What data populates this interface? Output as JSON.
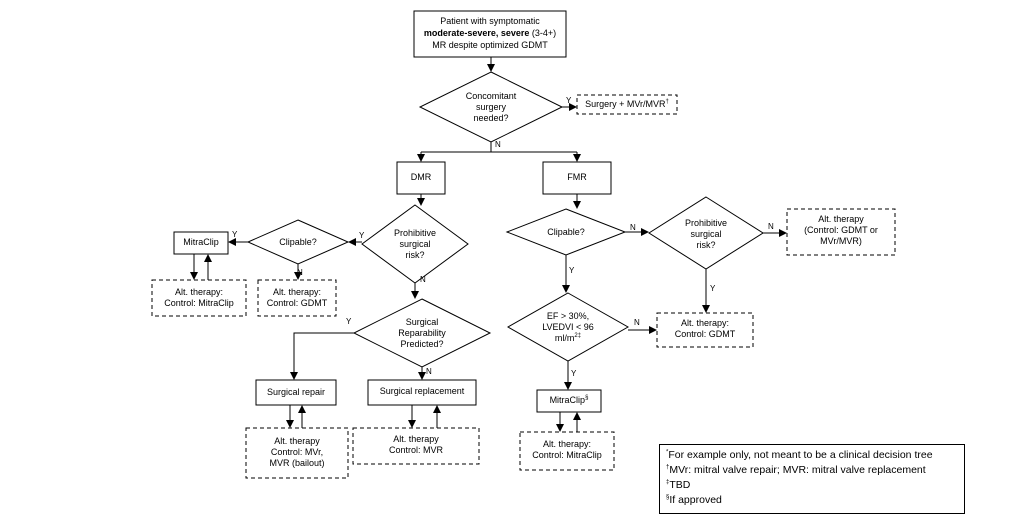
{
  "nodes": {
    "start_1": "Patient with symptomatic",
    "start_2a": "moderate-severe, severe",
    "start_2b": " (3-4+)",
    "start_3": "MR despite optimized GDMT",
    "concomitant_1": "Concomitant",
    "concomitant_2": "surgery",
    "concomitant_3": "needed?",
    "surgery_mvr": "Surgery + MVr/MVR",
    "surgery_mvr_sup": "†",
    "dmr": "DMR",
    "fmr": "FMR",
    "prohib_dmr_1": "Prohibitive",
    "prohib_dmr_2": "surgical",
    "prohib_dmr_3": "risk?",
    "clipable_dmr": "Clipable?",
    "mitraclip_dmr": "MitraClip",
    "alt_dmr_mitraclip_1": "Alt. therapy:",
    "alt_dmr_mitraclip_2": "Control: MitraClip",
    "alt_dmr_gdmt_1": "Alt. therapy:",
    "alt_dmr_gdmt_2": "Control: GDMT",
    "repair_pred_1": "Surgical",
    "repair_pred_2": "Reparability",
    "repair_pred_3": "Predicted?",
    "surgical_repair": "Surgical repair",
    "surgical_replacement": "Surgical replacement",
    "alt_repair_1": "Alt. therapy",
    "alt_repair_2": "Control: MVr,",
    "alt_repair_3": "MVR (bailout)",
    "alt_replacement_1": "Alt. therapy",
    "alt_replacement_2": "Control: MVR",
    "clipable_fmr": "Clipable?",
    "prohib_fmr_1": "Prohibitive",
    "prohib_fmr_2": "surgical",
    "prohib_fmr_3": "risk?",
    "alt_fmr_right_1": "Alt. therapy",
    "alt_fmr_right_2": "(Control: GDMT or",
    "alt_fmr_right_3": "MVr/MVR)",
    "ef_1": "EF > 30%,",
    "ef_2": "LVEDVI < 96",
    "ef_3": "ml/m",
    "ef_3_sup": "2‡",
    "alt_fmr_gdmt_1": "Alt. therapy:",
    "alt_fmr_gdmt_2": "Control: GDMT",
    "mitraclip_fmr": "MitraClip",
    "mitraclip_fmr_sup": "§",
    "alt_fmr_mitraclip_1": "Alt. therapy:",
    "alt_fmr_mitraclip_2": "Control: MitraClip"
  },
  "edge_labels": {
    "yes": "Y",
    "no": "N"
  },
  "footnotes": {
    "f1_mark": "*",
    "f1": "For example only, not meant to be a clinical decision tree",
    "f2_mark": "†",
    "f2": "MVr: mitral valve repair; MVR: mitral valve replacement",
    "f3_mark": "‡",
    "f3": "TBD",
    "f4_mark": "§",
    "f4": "If approved"
  }
}
